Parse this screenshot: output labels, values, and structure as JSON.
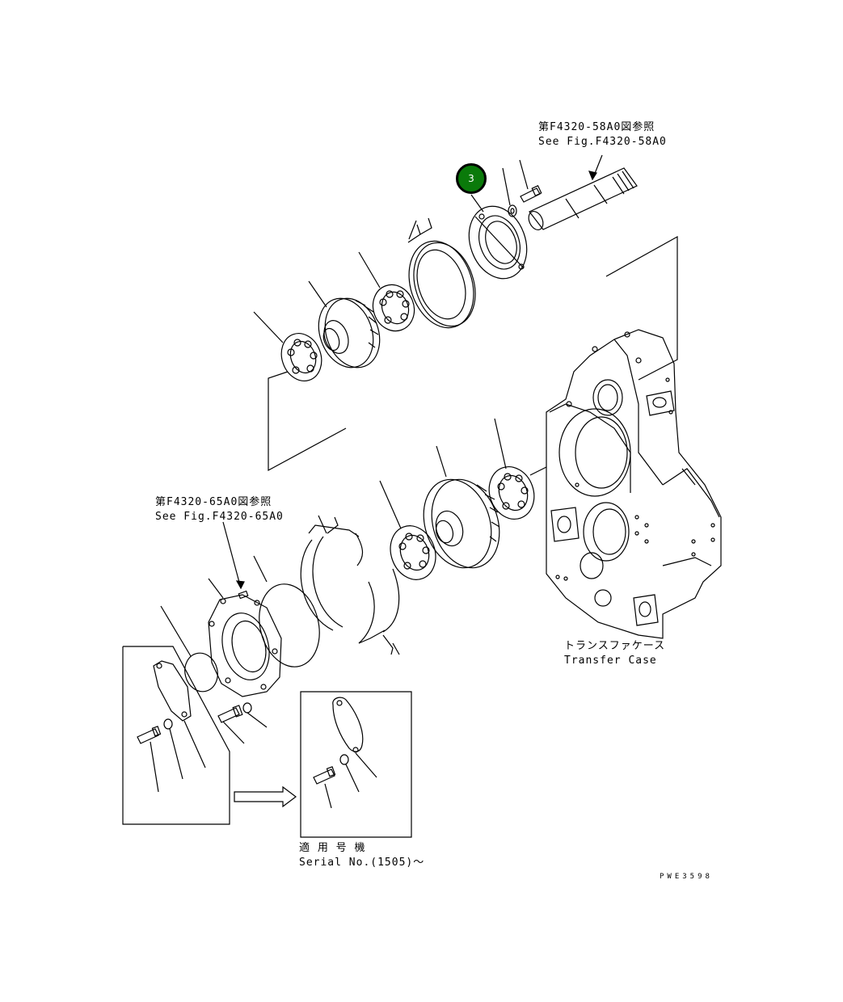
{
  "refs": {
    "shaft_ref_jp": "第F4320-58A0図参照",
    "shaft_ref_en": "See Fig.F4320-58A0",
    "cover_ref_jp": "第F4320-65A0図参照",
    "cover_ref_en": "See Fig.F4320-65A0"
  },
  "case_label": {
    "jp": "トランスファケース",
    "en": "Transfer Case"
  },
  "serial": {
    "jp": "適 用 号 機",
    "en": "Serial No.(1505)～"
  },
  "callout": {
    "number": "3",
    "color": "#0a7a0a"
  },
  "drawing_code": "PWE3598"
}
